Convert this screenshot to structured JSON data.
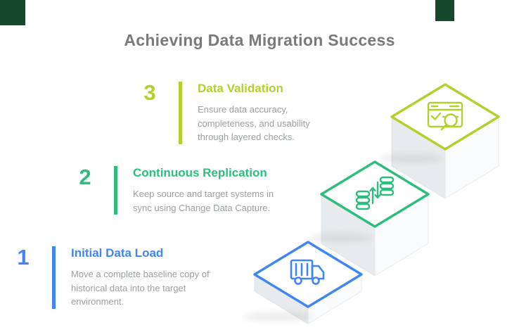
{
  "page": {
    "title": "Achieving Data Migration Success"
  },
  "colors": {
    "title_text": "#7a7a7a",
    "body_text": "#9aa0a2",
    "corner_accent": "#16492c",
    "step1_accent": "#4285f4",
    "step2_accent": "#2ebd7e",
    "step3_accent": "#b6cf2f"
  },
  "steps": [
    {
      "number": "1",
      "title": "Initial Data Load",
      "description": "Move a complete baseline copy of historical data into the target environment.",
      "color": "#4285f4",
      "icon": "truck-icon"
    },
    {
      "number": "2",
      "title": "Continuous Replication",
      "description": "Keep source and target systems in sync using Change Data Capture.",
      "color": "#2ebd7e",
      "icon": "database-sync-icon"
    },
    {
      "number": "3",
      "title": "Data Validation",
      "description": "Ensure data accuracy, completeness, and usability through layered checks.",
      "color": "#b6cf2f",
      "icon": "search-check-icon"
    }
  ]
}
